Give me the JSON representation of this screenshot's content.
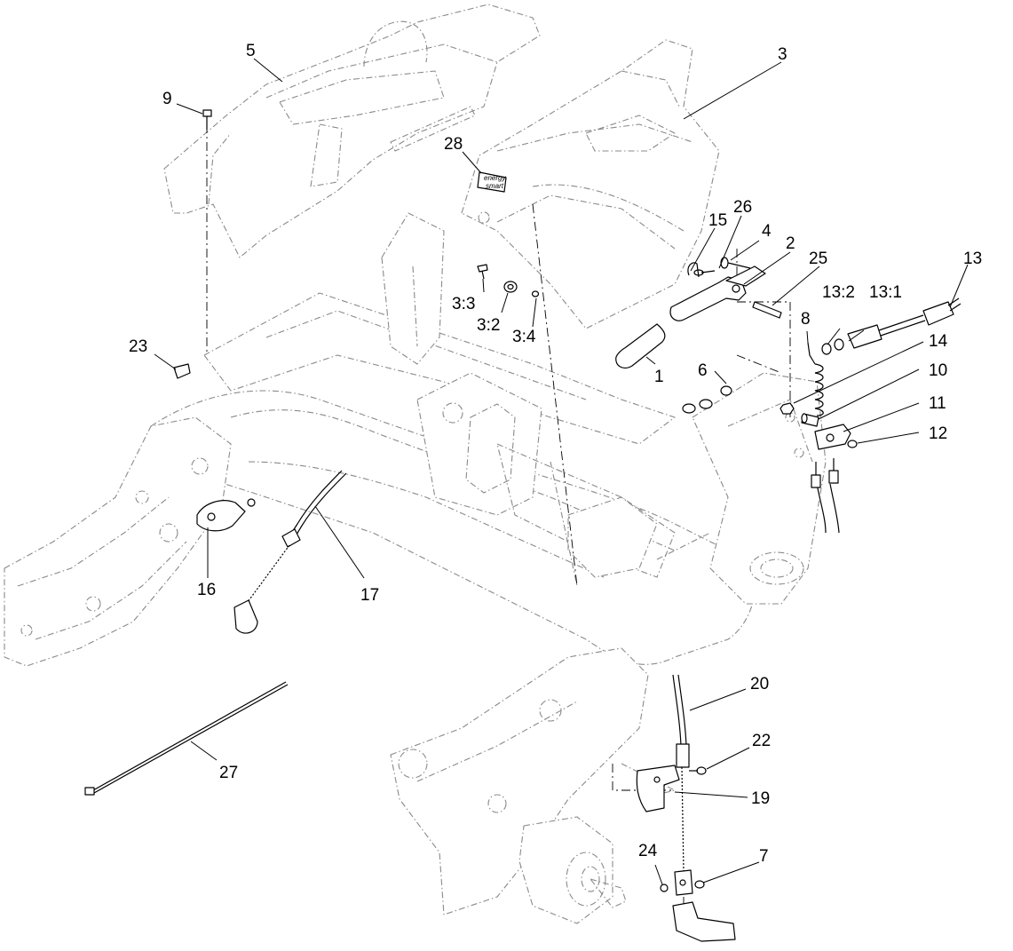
{
  "callouts": {
    "c1": "1",
    "c2": "2",
    "c3": "3",
    "c3_2": "3:2",
    "c3_3": "3:3",
    "c3_4": "3:4",
    "c4": "4",
    "c5": "5",
    "c6": "6",
    "c7": "7",
    "c8": "8",
    "c9": "9",
    "c10": "10",
    "c11": "11",
    "c12": "12",
    "c13": "13",
    "c13_1": "13:1",
    "c13_2": "13:2",
    "c14": "14",
    "c15": "15",
    "c16": "16",
    "c17": "17",
    "c19": "19",
    "c20": "20",
    "c22": "22",
    "c23": "23",
    "c24": "24",
    "c25": "25",
    "c26": "26",
    "c27": "27",
    "c28": "28"
  },
  "badge": {
    "line1": "energy",
    "line2": "smart"
  }
}
